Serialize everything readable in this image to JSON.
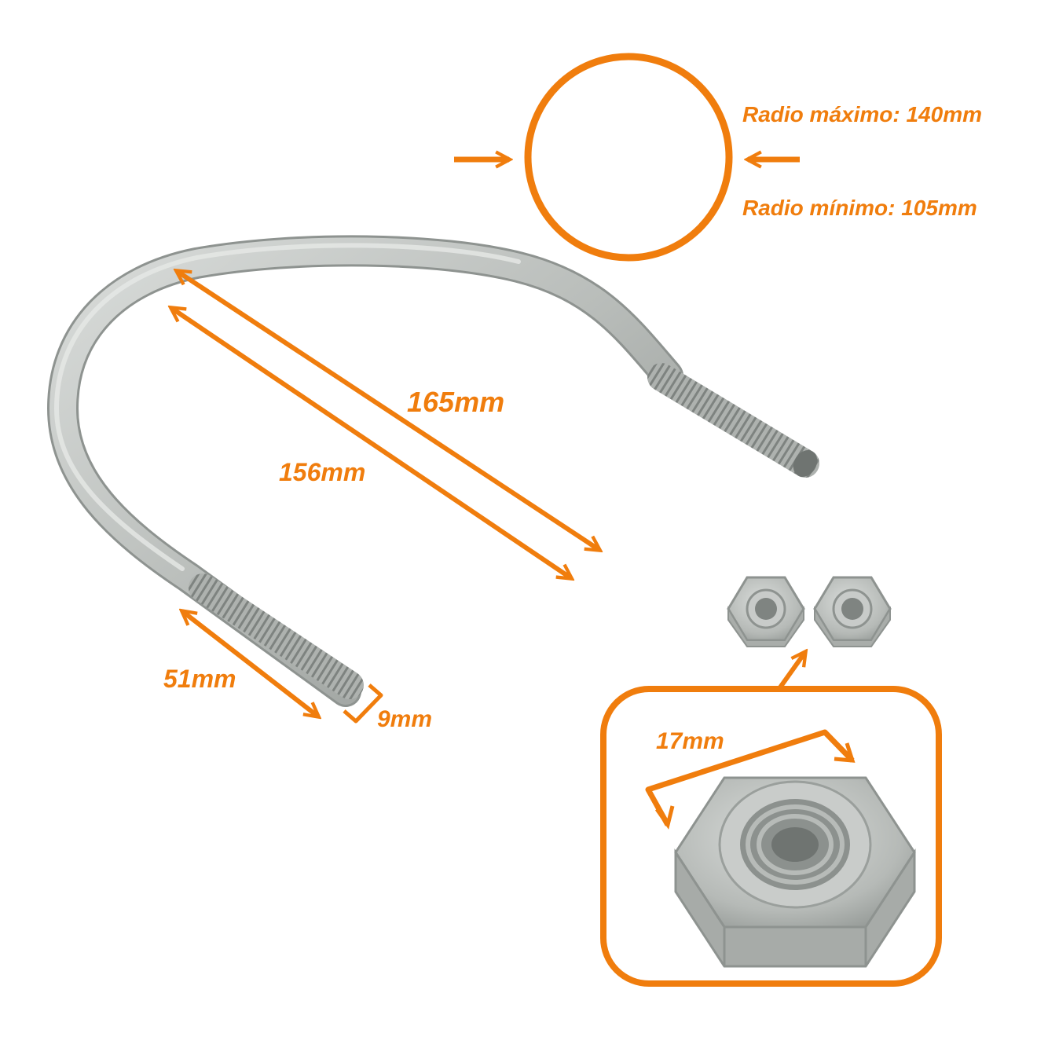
{
  "colors": {
    "accent": "#F07D0D",
    "metal": "#B9BDBA",
    "metal_dark": "#8E9390",
    "metal_light": "#D9DCDA",
    "background": "#FFFFFF"
  },
  "labels": {
    "radius_max": "Radio máximo: 140mm",
    "radius_min": "Radio mínimo: 105mm",
    "length_outer": "165mm",
    "length_inner": "156mm",
    "thread_length": "51mm",
    "rod_diameter": "9mm",
    "nut_width": "17mm"
  },
  "parts": {
    "bolt": "u-bolt",
    "nuts": [
      "hex-nut",
      "hex-nut"
    ],
    "nut_detail": "hex-nut-closeup"
  }
}
